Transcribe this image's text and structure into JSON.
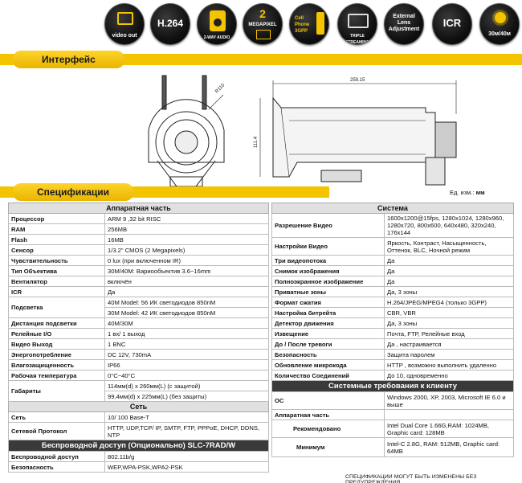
{
  "icons": [
    {
      "name": "video-out-icon",
      "label": "video out"
    },
    {
      "name": "h264-icon",
      "label": "H.264"
    },
    {
      "name": "two-way-audio-icon",
      "label": "2-WAY AUDIO"
    },
    {
      "name": "megapixel-icon",
      "label_top": "2",
      "label": "MEGAPIXEL"
    },
    {
      "name": "cell-phone-icon",
      "label": "Cell Phone 3GPP"
    },
    {
      "name": "triple-streaming-icon",
      "label": "TRIPLE STREAMING"
    },
    {
      "name": "external-lens-icon",
      "label": "External Lens Adjustment"
    },
    {
      "name": "icr-icon",
      "label": "ICR"
    },
    {
      "name": "ir-range-icon",
      "label": "30м/40м"
    }
  ],
  "sections": {
    "interface": "Интерфейс",
    "specs": "Спецификации"
  },
  "drawing": {
    "width_label": "259.15",
    "height_label": "111.4",
    "radius_label": "R110"
  },
  "units": {
    "label": "Ед. изм.:",
    "value": "мм"
  },
  "hardware": {
    "title": "Аппаратная часть",
    "rows": [
      {
        "k": "Процессор",
        "v": "ARM 9 ,32 bit RISC"
      },
      {
        "k": "RAM",
        "v": "256MB"
      },
      {
        "k": "Flash",
        "v": "16MB"
      },
      {
        "k": "Сенсор",
        "v": "1/3.2\" CMOS (2 Megapixels)"
      },
      {
        "k": "Чувствительность",
        "v": "0 lux (при включенном IR)"
      },
      {
        "k": "Тип Объектива",
        "v": "30M/40M: Вариообъектив 3.6~16mm"
      },
      {
        "k": "Вентилятор",
        "v": "включён"
      },
      {
        "k": "ICR",
        "v": "Да"
      },
      {
        "k": "Подсветка",
        "v": "40M Model: 56 ИК светодиодов 850nM",
        "v2": "30M Model: 42 ИК светодиодов 850nM"
      },
      {
        "k": "Дистанция подсветки",
        "v": "40M/30M"
      },
      {
        "k": "Релейные I/O",
        "v": "1 вх/ 1 выход"
      },
      {
        "k": "Видео Выход",
        "v": "1 BNC"
      },
      {
        "k": "Энергопотребление",
        "v": "DC 12V, 730mA"
      },
      {
        "k": "Влагозащищенность",
        "v": "IP66"
      },
      {
        "k": "Рабочая температура",
        "v": "0°C~40°C"
      },
      {
        "k": "Габариты",
        "v": "114мм(d) x 260мм(L) (с защитой)",
        "v2": "99,4мм(d) x 225мм(L) (без защиты)"
      }
    ]
  },
  "network": {
    "title": "Сеть",
    "rows": [
      {
        "k": "Сеть",
        "v": "10/ 100 Base-T"
      },
      {
        "k": "Сетевой Протокол",
        "v": "HTTP, UDP,TCP/ IP, SMTP, FTP, PPPoE, DHCP, DDNS, NTP"
      }
    ]
  },
  "wireless": {
    "title": "Беспроводной доступ (Опционально) SLC-7RAD/W",
    "rows": [
      {
        "k": "Беспроводной доступ",
        "v": "802.11b/g"
      },
      {
        "k": "Безопасность",
        "v": "WEP,WPA-PSK,WPA2-PSK"
      }
    ]
  },
  "system": {
    "title": "Система",
    "rows": [
      {
        "k": "Разрешение Видео",
        "v": "1600x1200@15fps, 1280x1024, 1280x960, 1280x720, 800x600, 640x480, 320x240, 176x144"
      },
      {
        "k": "Настройки Видео",
        "v": "Яркость, Контраст, Насыщенность, Оттенок, BLC, Ночной режим"
      },
      {
        "k": "Три видеопотока",
        "v": "Да"
      },
      {
        "k": "Снимок изображения",
        "v": "Да"
      },
      {
        "k": "Полноэкранное изображение",
        "v": "Да"
      },
      {
        "k": "Приватные зоны",
        "v": "Да, 3 зоны"
      },
      {
        "k": "Формат сжатия",
        "v": "H.264/JPEG/MPEG4 (только 3GPP)"
      },
      {
        "k": "Настройка битрейта",
        "v": "CBR, VBR"
      },
      {
        "k": "Детектор движения",
        "v": "Да, 3 зоны"
      },
      {
        "k": "Извещение",
        "v": "Почта, FTP, Релейные вход"
      },
      {
        "k": "До / После тревоги",
        "v": "Да , настраивается"
      },
      {
        "k": "Безопасность",
        "v": "Защита паролем"
      },
      {
        "k": "Обновление микрокода",
        "v": "HTTP , возможно выполнить удаленно"
      },
      {
        "k": "Количество Соединений",
        "v": "До 10, одновременно"
      }
    ]
  },
  "sysreq": {
    "title": "Системные требования к клиенту",
    "os_k": "ОС",
    "os_v": "Windows 2000, XP, 2003, Microsoft IE 6.0 и выше",
    "hw_k": "Аппаратная часть",
    "rec_k": "Рекомендовано",
    "rec_v": "Intel Dual Core 1.66G,RAM: 1024MB, Graphic card: 128MB",
    "min_k": "Минимум",
    "min_v": "Intel-C 2.8G, RAM: 512MB, Graphic card: 64MB"
  },
  "footer": "СПЕЦИФИКАЦИИ МОГУТ БЫТЬ ИЗМЕНЕНЫ БЕЗ ПРЕДУПРЕЖДЕНИЯ"
}
